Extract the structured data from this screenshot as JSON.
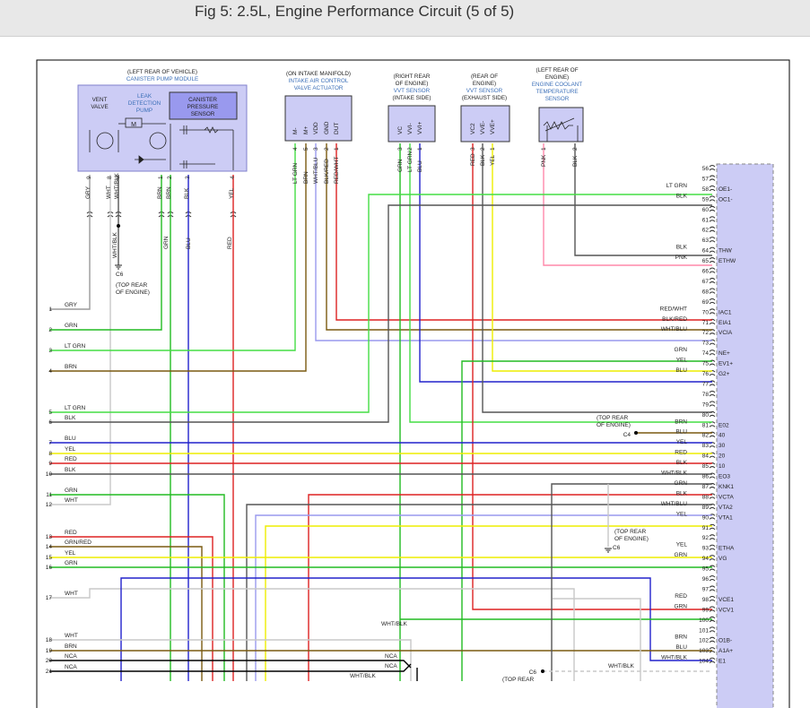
{
  "title": "Fig 5: 2.5L, Engine Performance Circuit (5 of 5)",
  "components": [
    {
      "key": "canister",
      "lines": [
        "(LEFT REAR OF VEHICLE)",
        "CANISTER PUMP MODULE"
      ]
    },
    {
      "key": "iacv",
      "lines": [
        "(ON INTAKE MANIFOLD)",
        "INTAKE AIR CONTROL",
        "VALVE ACTUATOR"
      ]
    },
    {
      "key": "vvt-intake",
      "lines": [
        "(RIGHT REAR",
        "OF ENGINE)",
        "VVT SENSOR",
        "(INTAKE SIDE)"
      ]
    },
    {
      "key": "vvt-exhaust",
      "lines": [
        "(REAR OF",
        "ENGINE)",
        "VVT SENSOR",
        "(EXHAUST SIDE)"
      ]
    },
    {
      "key": "ect",
      "lines": [
        "(LEFT REAR OF",
        "ENGINE)",
        "ENGINE COOLANT",
        "TEMPERATURE",
        "SENSOR"
      ]
    }
  ],
  "canister_internal": {
    "vent": [
      "VENT",
      "VALVE"
    ],
    "leak": [
      "LEAK",
      "DETECTION",
      "PUMP"
    ],
    "pressure": [
      "CANISTER",
      "PRESSURE",
      "SENSOR"
    ],
    "motor": "M"
  },
  "canister_pins": [
    {
      "color": "GRY",
      "pin": "9"
    },
    {
      "color": "WHT",
      "pin": "8"
    },
    {
      "color": "WHT/BLK",
      "pin": "6"
    },
    {
      "color": "BRN",
      "pin": "1"
    },
    {
      "color": "BRN",
      "pin": "2"
    },
    {
      "color": "BLK",
      "pin": "3"
    },
    {
      "color": "YEL",
      "pin": "4"
    }
  ],
  "iacv_pins": [
    {
      "name": "M-",
      "pin": "4",
      "color": "LT GRN"
    },
    {
      "name": "M+",
      "pin": "5",
      "color": "BRN"
    },
    {
      "name": "VDD",
      "pin": "3",
      "color": "WHT/BLU"
    },
    {
      "name": "GND",
      "pin": "2",
      "color": "BLK/RED"
    },
    {
      "name": "DUT",
      "pin": "1",
      "color": "RED/WHT"
    }
  ],
  "vvt_intake_pins": [
    {
      "name": "VC",
      "pin": "3",
      "color": "GRN"
    },
    {
      "name": "VVI-",
      "pin": "2",
      "color": "LT GRN"
    },
    {
      "name": "VVI+",
      "pin": "1",
      "color": "BLU"
    }
  ],
  "vvt_exhaust_pins": [
    {
      "name": "VC2",
      "pin": "3",
      "color": "RED"
    },
    {
      "name": "VVE-",
      "pin": "2",
      "color": "BLK"
    },
    {
      "name": "VVE+",
      "pin": "1",
      "color": "YEL"
    }
  ],
  "ect_pins": [
    {
      "pin": "1",
      "color": "PNK"
    },
    {
      "pin": "2",
      "color": "BLK"
    }
  ],
  "vertical_labels": {
    "grn": "GRN",
    "blu": "BLU",
    "red": "RED",
    "whtblk": "WHT/BLK"
  },
  "ground_c6_top": {
    "name": "C6",
    "lines": [
      "(TOP REAR",
      "OF ENGINE)"
    ]
  },
  "ground_c4": {
    "name": "C4",
    "lines": [
      "(TOP REAR",
      "OF ENGINE)"
    ]
  },
  "ground_c6_mid": {
    "name": "C6",
    "lines": [
      "(TOP REAR",
      "OF ENGINE)"
    ]
  },
  "ground_c6_bottom": {
    "name": "C6",
    "lines": [
      "(TOP REAR"
    ]
  },
  "left_pins": [
    {
      "n": "1",
      "c": "GRY"
    },
    {
      "n": "2",
      "c": "GRN"
    },
    {
      "n": "3",
      "c": "LT GRN"
    },
    {
      "n": "4",
      "c": "BRN"
    },
    {
      "n": "5",
      "c": "LT GRN"
    },
    {
      "n": "6",
      "c": "BLK"
    },
    {
      "n": "7",
      "c": "BLU"
    },
    {
      "n": "8",
      "c": "YEL"
    },
    {
      "n": "9",
      "c": "RED"
    },
    {
      "n": "10",
      "c": "BLK"
    },
    {
      "n": "11",
      "c": "GRN"
    },
    {
      "n": "12",
      "c": "WHT"
    },
    {
      "n": "13",
      "c": "RED"
    },
    {
      "n": "14",
      "c": "GRN/RED"
    },
    {
      "n": "15",
      "c": "YEL"
    },
    {
      "n": "16",
      "c": "GRN"
    },
    {
      "n": "17",
      "c": "WHT"
    },
    {
      "n": "18",
      "c": "WHT"
    },
    {
      "n": "19",
      "c": "BRN"
    },
    {
      "n": "20",
      "c": "NCA"
    },
    {
      "n": "21",
      "c": "NCA"
    }
  ],
  "right_pins": [
    {
      "n": "56",
      "c": "",
      "t": ""
    },
    {
      "n": "57",
      "c": "",
      "t": ""
    },
    {
      "n": "58",
      "c": "LT GRN",
      "t": "OE1-"
    },
    {
      "n": "59",
      "c": "BLK",
      "t": "OC1-"
    },
    {
      "n": "60",
      "c": "",
      "t": ""
    },
    {
      "n": "61",
      "c": "",
      "t": ""
    },
    {
      "n": "62",
      "c": "",
      "t": ""
    },
    {
      "n": "63",
      "c": "",
      "t": ""
    },
    {
      "n": "64",
      "c": "BLK",
      "t": "THW"
    },
    {
      "n": "65",
      "c": "PNK",
      "t": "ETHW"
    },
    {
      "n": "66",
      "c": "",
      "t": ""
    },
    {
      "n": "67",
      "c": "",
      "t": ""
    },
    {
      "n": "68",
      "c": "",
      "t": ""
    },
    {
      "n": "69",
      "c": "",
      "t": ""
    },
    {
      "n": "70",
      "c": "RED/WHT",
      "t": "IAC1"
    },
    {
      "n": "71",
      "c": "BLK/RED",
      "t": "EIA1"
    },
    {
      "n": "72",
      "c": "WHT/BLU",
      "t": "VCIA"
    },
    {
      "n": "73",
      "c": "",
      "t": ""
    },
    {
      "n": "74",
      "c": "GRN",
      "t": "NE+"
    },
    {
      "n": "75",
      "c": "YEL",
      "t": "EV1+"
    },
    {
      "n": "76",
      "c": "BLU",
      "t": "G2+"
    },
    {
      "n": "77",
      "c": "",
      "t": ""
    },
    {
      "n": "78",
      "c": "",
      "t": ""
    },
    {
      "n": "79",
      "c": "",
      "t": ""
    },
    {
      "n": "80",
      "c": "",
      "t": ""
    },
    {
      "n": "81",
      "c": "BRN",
      "t": "E02"
    },
    {
      "n": "82",
      "c": "BLU",
      "t": "40"
    },
    {
      "n": "83",
      "c": "YEL",
      "t": "30"
    },
    {
      "n": "84",
      "c": "RED",
      "t": "20"
    },
    {
      "n": "85",
      "c": "BLK",
      "t": "10"
    },
    {
      "n": "86",
      "c": "WHT/BLK",
      "t": "EO3"
    },
    {
      "n": "87",
      "c": "GRN",
      "t": "KNK1"
    },
    {
      "n": "88",
      "c": "BLK",
      "t": "VCTA"
    },
    {
      "n": "89",
      "c": "WHT/BLU",
      "t": "VTA2"
    },
    {
      "n": "90",
      "c": "YEL",
      "t": "VTA1"
    },
    {
      "n": "91",
      "c": "",
      "t": ""
    },
    {
      "n": "92",
      "c": "",
      "t": ""
    },
    {
      "n": "93",
      "c": "YEL",
      "t": "ETHA"
    },
    {
      "n": "94",
      "c": "GRN",
      "t": "VG"
    },
    {
      "n": "95",
      "c": "",
      "t": ""
    },
    {
      "n": "96",
      "c": "",
      "t": ""
    },
    {
      "n": "97",
      "c": "",
      "t": ""
    },
    {
      "n": "98",
      "c": "RED",
      "t": "VCE1"
    },
    {
      "n": "99",
      "c": "GRN",
      "t": "VCV1"
    },
    {
      "n": "100",
      "c": "",
      "t": ""
    },
    {
      "n": "101",
      "c": "",
      "t": ""
    },
    {
      "n": "102",
      "c": "BRN",
      "t": "O1B-"
    },
    {
      "n": "103",
      "c": "BLU",
      "t": "A1A+"
    },
    {
      "n": "104",
      "c": "WHT/BLK",
      "t": "E1"
    }
  ],
  "extra_labels": {
    "whtblk_a": "WHT/BLK",
    "whtblk_b": "WHT/BLK",
    "whtblk_c": "WHT/BLK",
    "nca_a": "NCA",
    "nca_b": "NCA"
  },
  "colors": {
    "GRN": "#22bb22",
    "LTGRN": "#44dd44",
    "BLU": "#2222cc",
    "RED": "#dd2222",
    "YEL": "#eeee00",
    "BLK": "#555555",
    "BRN": "#7a5a10",
    "WHT": "#c8c8c8",
    "GRY": "#9a9a9a",
    "PNK": "#ff88aa",
    "WHTBLU": "#9999ee",
    "PURPLE": "#ccccf5"
  }
}
